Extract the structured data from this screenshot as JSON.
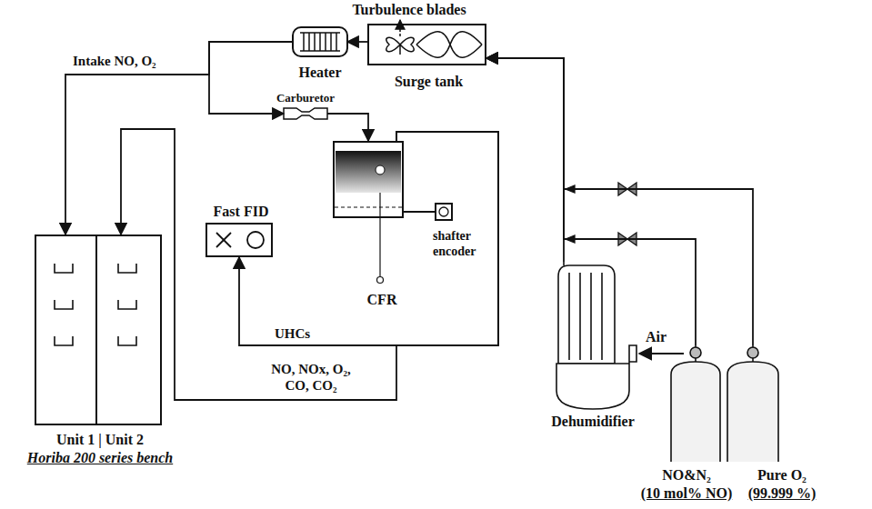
{
  "diagram": {
    "nodes": [
      {
        "text": [
          "Surge tank"
        ]
      },
      {
        "text": [
          "Heater"
        ]
      },
      {
        "text": [
          "Carburetor"
        ]
      },
      {
        "text": [
          "CFR"
        ]
      },
      {
        "text": [
          "shafter encoder"
        ]
      },
      {
        "text": [
          "Fast FID"
        ]
      },
      {
        "text": [
          "Unit 1 | Unit 2",
          "Horiba 200 series bench"
        ]
      },
      {
        "text": [
          "Dehumidifier"
        ]
      },
      {
        "text": [
          "NO&N₂",
          "(10 mol% NO)"
        ]
      },
      {
        "text": [
          "Pure O₂",
          "(99.999 %)"
        ]
      }
    ],
    "edges": [
      {
        "from": 7,
        "to": 0,
        "arrow": "to"
      },
      {
        "from": 8,
        "to": 0,
        "arrow": "to"
      },
      {
        "from": 9,
        "to": 0,
        "arrow": "to"
      },
      {
        "from": 0,
        "to": 1,
        "arrow": "to"
      },
      {
        "from": 1,
        "to": 6,
        "label": "Intake NO, O₂",
        "arrow": "to"
      },
      {
        "from": 1,
        "to": 2,
        "arrow": "to"
      },
      {
        "from": 2,
        "to": 3,
        "arrow": "to"
      },
      {
        "from": 3,
        "to": 5,
        "label": "UHCs",
        "arrow": "to"
      },
      {
        "from": 3,
        "to": 6,
        "label": "NO, NOx, O₂, CO, CO₂",
        "arrow": "to"
      },
      {
        "from": 4,
        "to": 3,
        "arrow": "none"
      }
    ],
    "labels": [
      "Turbulence blades",
      "Air"
    ]
  }
}
